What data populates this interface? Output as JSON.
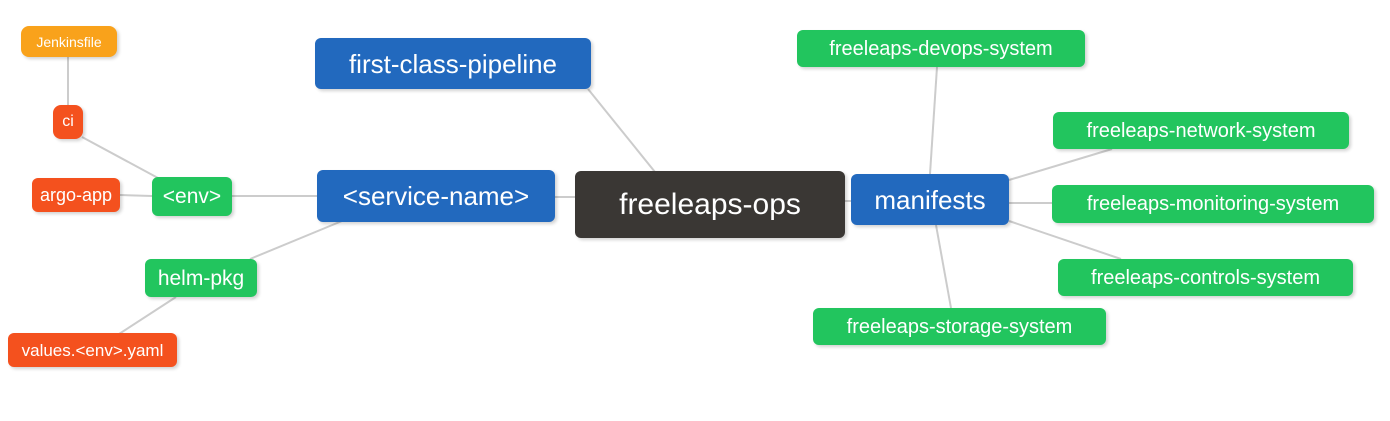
{
  "diagram": {
    "type": "mindmap",
    "background_color": "#ffffff",
    "edge_color": "#cccccc",
    "palette": {
      "root": "#3a3734",
      "level1": "#2269be",
      "level2": "#22c55e",
      "level3": "#f4511e",
      "level4": "#f9a21b",
      "text": "#ffffff"
    },
    "nodes": {
      "root": {
        "label": "freeleaps-ops",
        "level": 0,
        "color": "#3a3734"
      },
      "fcp": {
        "label": "first-class-pipeline",
        "level": 1,
        "color": "#2269be"
      },
      "service": {
        "label": "<service-name>",
        "level": 1,
        "color": "#2269be"
      },
      "manifests": {
        "label": "manifests",
        "level": 1,
        "color": "#2269be"
      },
      "env": {
        "label": "<env>",
        "level": 2,
        "color": "#22c55e"
      },
      "helm": {
        "label": "helm-pkg",
        "level": 2,
        "color": "#22c55e"
      },
      "ci": {
        "label": "ci",
        "level": 3,
        "color": "#f4511e"
      },
      "argo": {
        "label": "argo-app",
        "level": 3,
        "color": "#f4511e"
      },
      "values": {
        "label": "values.<env>.yaml",
        "level": 3,
        "color": "#f4511e"
      },
      "jenkinsfile": {
        "label": "Jenkinsfile",
        "level": 4,
        "color": "#f9a21b"
      },
      "devops": {
        "label": "freeleaps-devops-system",
        "level": 2,
        "color": "#22c55e"
      },
      "network": {
        "label": "freeleaps-network-system",
        "level": 2,
        "color": "#22c55e"
      },
      "monitoring": {
        "label": "freeleaps-monitoring-system",
        "level": 2,
        "color": "#22c55e"
      },
      "controls": {
        "label": "freeleaps-controls-system",
        "level": 2,
        "color": "#22c55e"
      },
      "storage": {
        "label": "freeleaps-storage-system",
        "level": 2,
        "color": "#22c55e"
      }
    },
    "edges": [
      [
        "jenkinsfile",
        "ci"
      ],
      [
        "ci",
        "env"
      ],
      [
        "argo",
        "env"
      ],
      [
        "env",
        "service"
      ],
      [
        "helm",
        "service"
      ],
      [
        "values",
        "helm"
      ],
      [
        "service",
        "root"
      ],
      [
        "fcp",
        "root"
      ],
      [
        "root",
        "manifests"
      ],
      [
        "manifests",
        "devops"
      ],
      [
        "manifests",
        "network"
      ],
      [
        "manifests",
        "monitoring"
      ],
      [
        "manifests",
        "controls"
      ],
      [
        "manifests",
        "storage"
      ]
    ]
  }
}
